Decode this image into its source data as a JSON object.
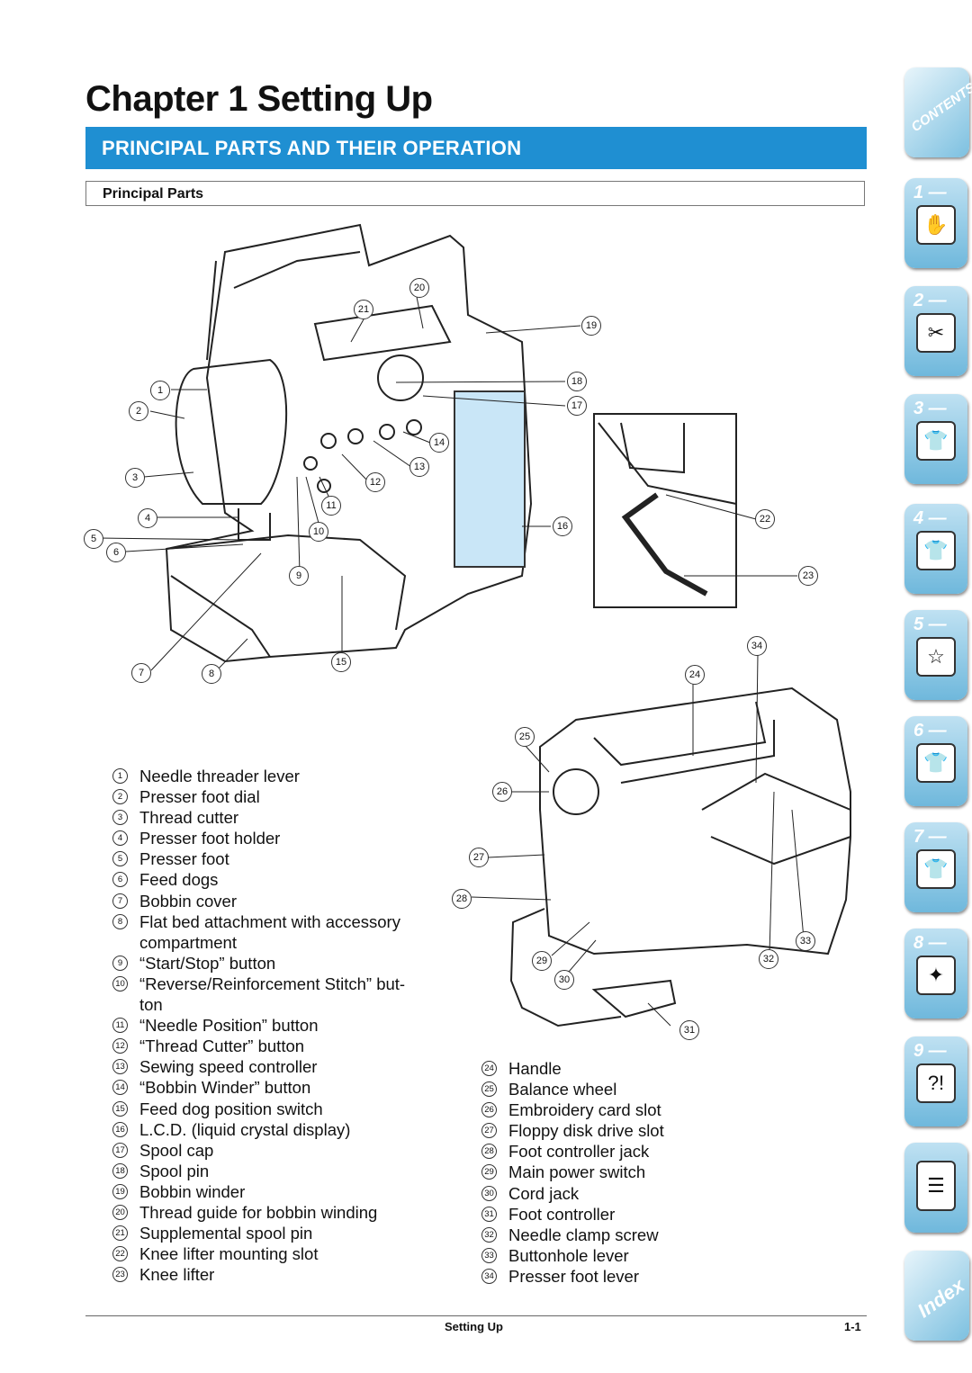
{
  "header": {
    "chapter_title": "Chapter 1  Setting Up",
    "section_title": "PRINCIPAL PARTS AND THEIR OPERATION",
    "subsection": "Principal Parts"
  },
  "left_list": [
    {
      "num": "1",
      "label": "Needle threader lever"
    },
    {
      "num": "2",
      "label": "Presser foot dial"
    },
    {
      "num": "3",
      "label": "Thread cutter"
    },
    {
      "num": "4",
      "label": "Presser foot holder"
    },
    {
      "num": "5",
      "label": "Presser foot"
    },
    {
      "num": "6",
      "label": "Feed dogs"
    },
    {
      "num": "7",
      "label": "Bobbin cover"
    },
    {
      "num": "8",
      "label": "Flat bed attachment with accessory"
    },
    {
      "num": "",
      "label": "compartment"
    },
    {
      "num": "9",
      "label": "“Start/Stop” button"
    },
    {
      "num": "10",
      "label": "“Reverse/Reinforcement Stitch” but-"
    },
    {
      "num": "",
      "label": "ton"
    },
    {
      "num": "11",
      "label": "“Needle Position” button"
    },
    {
      "num": "12",
      "label": "“Thread Cutter” button"
    },
    {
      "num": "13",
      "label": "Sewing speed controller"
    },
    {
      "num": "14",
      "label": "“Bobbin Winder” button"
    },
    {
      "num": "15",
      "label": "Feed dog position switch"
    },
    {
      "num": "16",
      "label": "L.C.D. (liquid crystal display)"
    },
    {
      "num": "17",
      "label": "Spool cap"
    },
    {
      "num": "18",
      "label": "Spool pin"
    },
    {
      "num": "19",
      "label": "Bobbin winder"
    },
    {
      "num": "20",
      "label": "Thread guide for bobbin winding"
    },
    {
      "num": "21",
      "label": "Supplemental spool pin"
    },
    {
      "num": "22",
      "label": "Knee lifter mounting slot"
    },
    {
      "num": "23",
      "label": "Knee lifter"
    }
  ],
  "right_list": [
    {
      "num": "24",
      "label": "Handle"
    },
    {
      "num": "25",
      "label": "Balance wheel"
    },
    {
      "num": "26",
      "label": "Embroidery card slot"
    },
    {
      "num": "27",
      "label": "Floppy disk drive slot"
    },
    {
      "num": "28",
      "label": "Foot controller jack"
    },
    {
      "num": "29",
      "label": "Main power switch"
    },
    {
      "num": "30",
      "label": "Cord jack"
    },
    {
      "num": "31",
      "label": "Foot controller"
    },
    {
      "num": "32",
      "label": "Needle clamp screw"
    },
    {
      "num": "33",
      "label": "Buttonhole lever"
    },
    {
      "num": "34",
      "label": "Presser foot lever"
    }
  ],
  "callouts": [
    "1",
    "2",
    "3",
    "4",
    "5",
    "6",
    "7",
    "8",
    "9",
    "10",
    "11",
    "12",
    "13",
    "14",
    "15",
    "16",
    "17",
    "18",
    "19",
    "20",
    "21",
    "22",
    "23",
    "24",
    "25",
    "26",
    "27",
    "28",
    "29",
    "30",
    "31",
    "32",
    "33",
    "34"
  ],
  "footer": {
    "title": "Setting Up",
    "page": "1-1"
  },
  "side_tabs": {
    "contents": "CONTENTS",
    "chapters": [
      "1 —",
      "2 —",
      "3 —",
      "4 —",
      "5 —",
      "6 —",
      "7 —",
      "8 —",
      "9 —"
    ],
    "index": "Index"
  },
  "colors": {
    "accent": "#1f8fd2",
    "tab": "#6fb8dc",
    "lcd": "#c9e6f7"
  }
}
